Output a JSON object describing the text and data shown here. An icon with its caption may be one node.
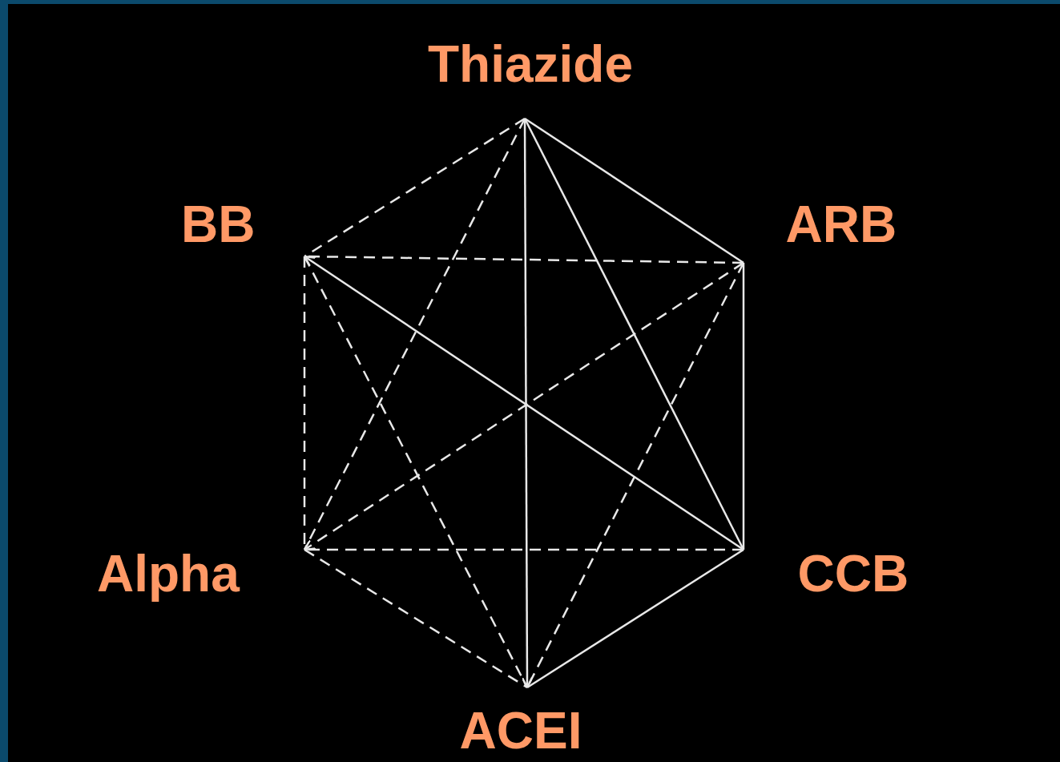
{
  "diagram": {
    "nodes": [
      {
        "text": [
          "Thiazide"
        ]
      },
      {
        "text": [
          "BB"
        ]
      },
      {
        "text": [
          "ARB"
        ]
      },
      {
        "text": [
          "Alpha"
        ]
      },
      {
        "text": [
          "CCB"
        ]
      },
      {
        "text": [
          "ACEI"
        ]
      }
    ],
    "edges": [
      {
        "from": 0,
        "to": 2,
        "arrow": "none"
      },
      {
        "from": 0,
        "to": 4,
        "arrow": "none"
      },
      {
        "from": 0,
        "to": 5,
        "arrow": "to"
      },
      {
        "from": 0,
        "to": 1,
        "arrow": "none",
        "style": "dashed"
      },
      {
        "from": 0,
        "to": 3,
        "arrow": "none",
        "style": "dashed"
      },
      {
        "from": 2,
        "to": 1,
        "arrow": "none",
        "style": "dashed"
      },
      {
        "from": 2,
        "to": 4,
        "arrow": "none"
      },
      {
        "from": 2,
        "to": 3,
        "arrow": "to",
        "style": "dashed"
      },
      {
        "from": 2,
        "to": 5,
        "arrow": "none",
        "style": "dashed"
      },
      {
        "from": 4,
        "to": 1,
        "arrow": "to"
      },
      {
        "from": 4,
        "to": 3,
        "arrow": "none",
        "style": "dashed"
      },
      {
        "from": 4,
        "to": 5,
        "arrow": "none"
      },
      {
        "from": 1,
        "to": 3,
        "arrow": "none",
        "style": "dashed"
      },
      {
        "from": 1,
        "to": 5,
        "arrow": "none",
        "style": "dashed"
      },
      {
        "from": 3,
        "to": 5,
        "arrow": "none",
        "style": "dashed"
      }
    ]
  }
}
